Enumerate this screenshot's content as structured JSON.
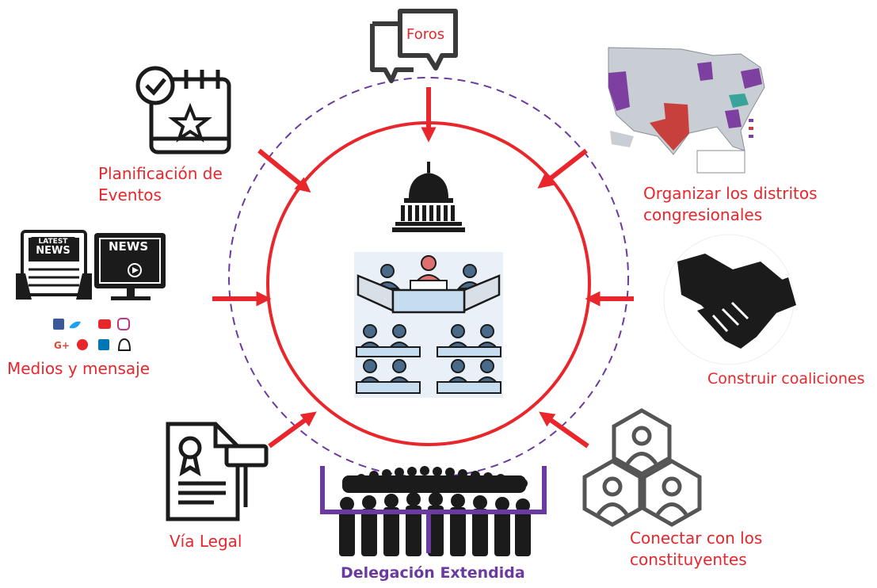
{
  "nodes": {
    "foros": "Foros",
    "planificacion": [
      "Planificación de",
      "Eventos"
    ],
    "organizar": [
      "Organizar los distritos",
      "congresionales"
    ],
    "medios": "Medios y mensaje",
    "coaliciones": "Construir coaliciones",
    "via_legal": "Vía Legal",
    "conectar": [
      "Conectar con los",
      "constituyentes"
    ],
    "delegacion": "Delegación Extendida"
  },
  "icon_text": {
    "latest": "LATEST",
    "news_paper": "NEWS",
    "news_screen": "NEWS"
  },
  "colors": {
    "accent_red": "#e8262b",
    "delegation_purple": "#6b3aa0",
    "icon_dark": "#1b1b1b",
    "chamber_blue": "#4a6a8a"
  }
}
